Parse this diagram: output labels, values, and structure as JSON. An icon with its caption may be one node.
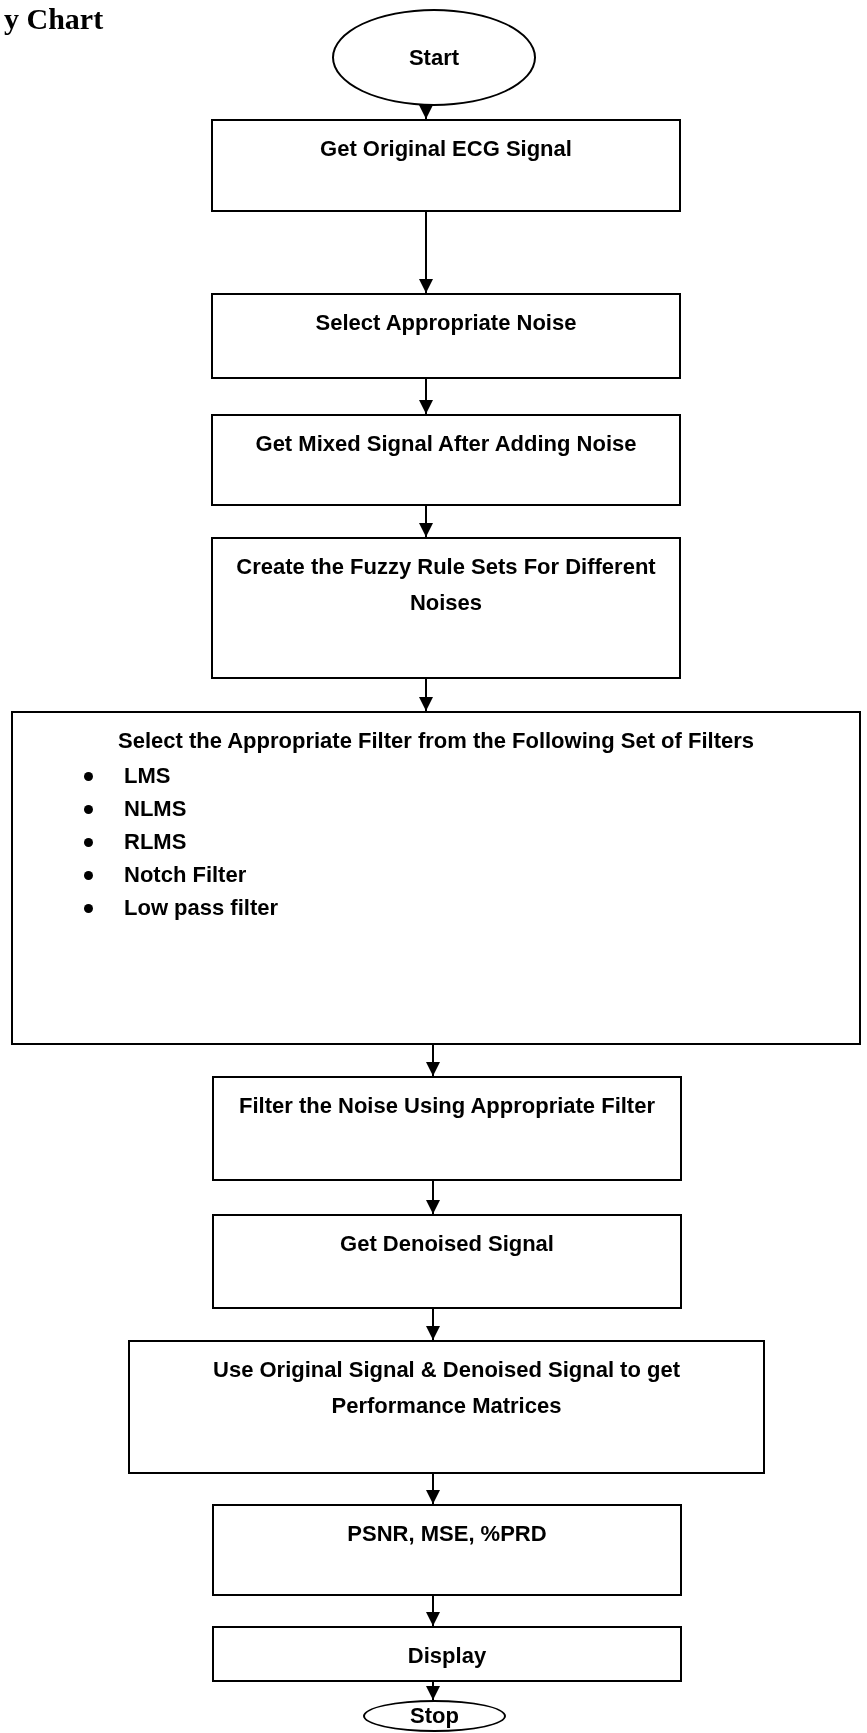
{
  "diagram": {
    "title": "y Chart",
    "nodes": [
      {
        "text": [
          "Start"
        ]
      },
      {
        "text": [
          "Get Original ECG Signal"
        ]
      },
      {
        "text": [
          "Select Appropriate Noise"
        ]
      },
      {
        "text": [
          "Get Mixed Signal After Adding Noise"
        ]
      },
      {
        "text": [
          "Create the Fuzzy Rule Sets For Different Noises"
        ]
      },
      {
        "text": [
          "Select the Appropriate Filter from the Following Set of Filters",
          "LMS",
          "NLMS",
          "RLMS",
          "Notch Filter",
          "Low pass filter"
        ]
      },
      {
        "text": [
          "Filter the Noise Using Appropriate Filter"
        ]
      },
      {
        "text": [
          "Get Denoised Signal"
        ]
      },
      {
        "text": [
          "Use Original Signal & Denoised Signal to get Performance Matrices"
        ]
      },
      {
        "text": [
          "PSNR, MSE, %PRD"
        ]
      },
      {
        "text": [
          "Display"
        ]
      },
      {
        "text": [
          "Stop"
        ]
      }
    ],
    "edges": [
      {
        "from": 0,
        "to": 1,
        "arrow": "to"
      },
      {
        "from": 1,
        "to": 2,
        "arrow": "to"
      },
      {
        "from": 2,
        "to": 3,
        "arrow": "to"
      },
      {
        "from": 3,
        "to": 4,
        "arrow": "to"
      },
      {
        "from": 4,
        "to": 5,
        "arrow": "to"
      },
      {
        "from": 5,
        "to": 6,
        "arrow": "to"
      },
      {
        "from": 6,
        "to": 7,
        "arrow": "to"
      },
      {
        "from": 7,
        "to": 8,
        "arrow": "to"
      },
      {
        "from": 8,
        "to": 9,
        "arrow": "to"
      },
      {
        "from": 9,
        "to": 10,
        "arrow": "to"
      },
      {
        "from": 10,
        "to": 11,
        "arrow": "to"
      }
    ]
  }
}
